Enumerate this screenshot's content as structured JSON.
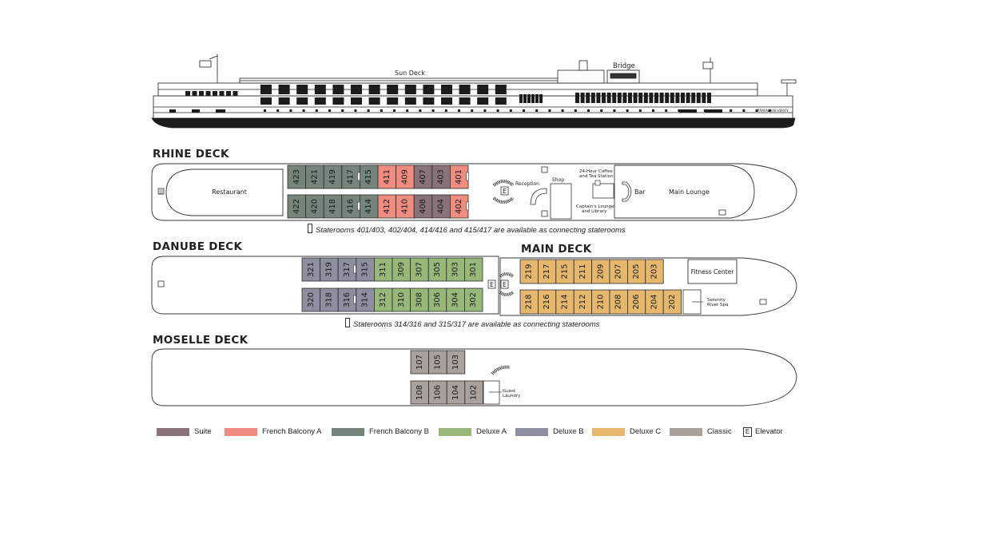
{
  "colors": {
    "suite": "#8a7279",
    "french_balcony_a": "#ee8c7f",
    "french_balcony_b": "#74857c",
    "deluxe_a": "#98b87a",
    "deluxe_b": "#8d8f9f",
    "deluxe_c": "#e6b86e",
    "classic": "#aaa19d"
  },
  "profile": {
    "sun_deck_label": "Sun Deck",
    "bridge_label": "Bridge",
    "ship_name": "TRAFALGAR VERITY"
  },
  "rhine": {
    "title": "RHINE DECK",
    "restaurant": "Restaurant",
    "reception": "Reception",
    "shop": "Shop",
    "coffee_1": "24-Hour Coffee",
    "coffee_2": "and Tea Station",
    "lounge_1": "Captain's Lounge",
    "lounge_2": "and Library",
    "bar": "Bar",
    "main_lounge": "Main Lounge",
    "elevator_letter": "E",
    "note": "Staterooms 401/403, 402/404, 414/416 and 415/417 are available as connecting staterooms",
    "cabins_top": [
      {
        "n": "423",
        "c": "french_balcony_b"
      },
      {
        "n": "421",
        "c": "french_balcony_b"
      },
      {
        "n": "419",
        "c": "french_balcony_b"
      },
      {
        "n": "417",
        "c": "french_balcony_b"
      },
      {
        "n": "415",
        "c": "french_balcony_b"
      },
      {
        "n": "411",
        "c": "french_balcony_a"
      },
      {
        "n": "409",
        "c": "french_balcony_a"
      },
      {
        "n": "407",
        "c": "suite"
      },
      {
        "n": "403",
        "c": "suite"
      },
      {
        "n": "401",
        "c": "french_balcony_a"
      }
    ],
    "cabins_bottom": [
      {
        "n": "422",
        "c": "french_balcony_b"
      },
      {
        "n": "420",
        "c": "french_balcony_b"
      },
      {
        "n": "418",
        "c": "french_balcony_b"
      },
      {
        "n": "416",
        "c": "french_balcony_b"
      },
      {
        "n": "414",
        "c": "french_balcony_b"
      },
      {
        "n": "412",
        "c": "french_balcony_a"
      },
      {
        "n": "410",
        "c": "french_balcony_a"
      },
      {
        "n": "408",
        "c": "suite"
      },
      {
        "n": "404",
        "c": "suite"
      },
      {
        "n": "402",
        "c": "french_balcony_a"
      }
    ]
  },
  "danube": {
    "title": "DANUBE DECK",
    "note": "Staterooms 314/316 and 315/317 are available as connecting staterooms",
    "cabins_top": [
      {
        "n": "321",
        "c": "deluxe_b"
      },
      {
        "n": "319",
        "c": "deluxe_b"
      },
      {
        "n": "317",
        "c": "deluxe_b"
      },
      {
        "n": "315",
        "c": "deluxe_b"
      },
      {
        "n": "311",
        "c": "deluxe_a"
      },
      {
        "n": "309",
        "c": "deluxe_a"
      },
      {
        "n": "307",
        "c": "deluxe_a"
      },
      {
        "n": "305",
        "c": "deluxe_a"
      },
      {
        "n": "303",
        "c": "deluxe_a"
      },
      {
        "n": "301",
        "c": "deluxe_a"
      }
    ],
    "cabins_bottom": [
      {
        "n": "320",
        "c": "deluxe_b"
      },
      {
        "n": "318",
        "c": "deluxe_b"
      },
      {
        "n": "316",
        "c": "deluxe_b"
      },
      {
        "n": "314",
        "c": "deluxe_b"
      },
      {
        "n": "312",
        "c": "deluxe_a"
      },
      {
        "n": "310",
        "c": "deluxe_a"
      },
      {
        "n": "308",
        "c": "deluxe_a"
      },
      {
        "n": "306",
        "c": "deluxe_a"
      },
      {
        "n": "304",
        "c": "deluxe_a"
      },
      {
        "n": "302",
        "c": "deluxe_a"
      }
    ]
  },
  "main": {
    "title": "MAIN DECK",
    "fitness": "Fitness Center",
    "spa_1": "Serenity",
    "spa_2": "River Spa",
    "cabins_top": [
      {
        "n": "219",
        "c": "deluxe_c"
      },
      {
        "n": "217",
        "c": "deluxe_c"
      },
      {
        "n": "215",
        "c": "deluxe_c"
      },
      {
        "n": "211",
        "c": "deluxe_c"
      },
      {
        "n": "209",
        "c": "deluxe_c"
      },
      {
        "n": "207",
        "c": "deluxe_c"
      },
      {
        "n": "205",
        "c": "deluxe_c"
      },
      {
        "n": "203",
        "c": "deluxe_c"
      }
    ],
    "cabins_bottom": [
      {
        "n": "218",
        "c": "deluxe_c"
      },
      {
        "n": "216",
        "c": "deluxe_c"
      },
      {
        "n": "214",
        "c": "deluxe_c"
      },
      {
        "n": "212",
        "c": "deluxe_c"
      },
      {
        "n": "210",
        "c": "deluxe_c"
      },
      {
        "n": "208",
        "c": "deluxe_c"
      },
      {
        "n": "206",
        "c": "deluxe_c"
      },
      {
        "n": "204",
        "c": "deluxe_c"
      },
      {
        "n": "202",
        "c": "deluxe_c"
      }
    ]
  },
  "moselle": {
    "title": "MOSELLE DECK",
    "laundry_1": "Guest",
    "laundry_2": "Laundry",
    "cabins_top": [
      {
        "n": "107",
        "c": "classic"
      },
      {
        "n": "105",
        "c": "classic"
      },
      {
        "n": "103",
        "c": "classic"
      }
    ],
    "cabins_bottom": [
      {
        "n": "108",
        "c": "classic"
      },
      {
        "n": "106",
        "c": "classic"
      },
      {
        "n": "104",
        "c": "classic"
      },
      {
        "n": "102",
        "c": "classic"
      }
    ]
  },
  "legend": [
    {
      "label": "Suite",
      "c": "suite"
    },
    {
      "label": "French Balcony A",
      "c": "french_balcony_a"
    },
    {
      "label": "French Balcony B",
      "c": "french_balcony_b"
    },
    {
      "label": "Deluxe A",
      "c": "deluxe_a"
    },
    {
      "label": "Deluxe B",
      "c": "deluxe_b"
    },
    {
      "label": "Deluxe C",
      "c": "deluxe_c"
    },
    {
      "label": "Classic",
      "c": "classic"
    },
    {
      "label": "Elevator",
      "icon_letter": "E",
      "c": ""
    }
  ]
}
